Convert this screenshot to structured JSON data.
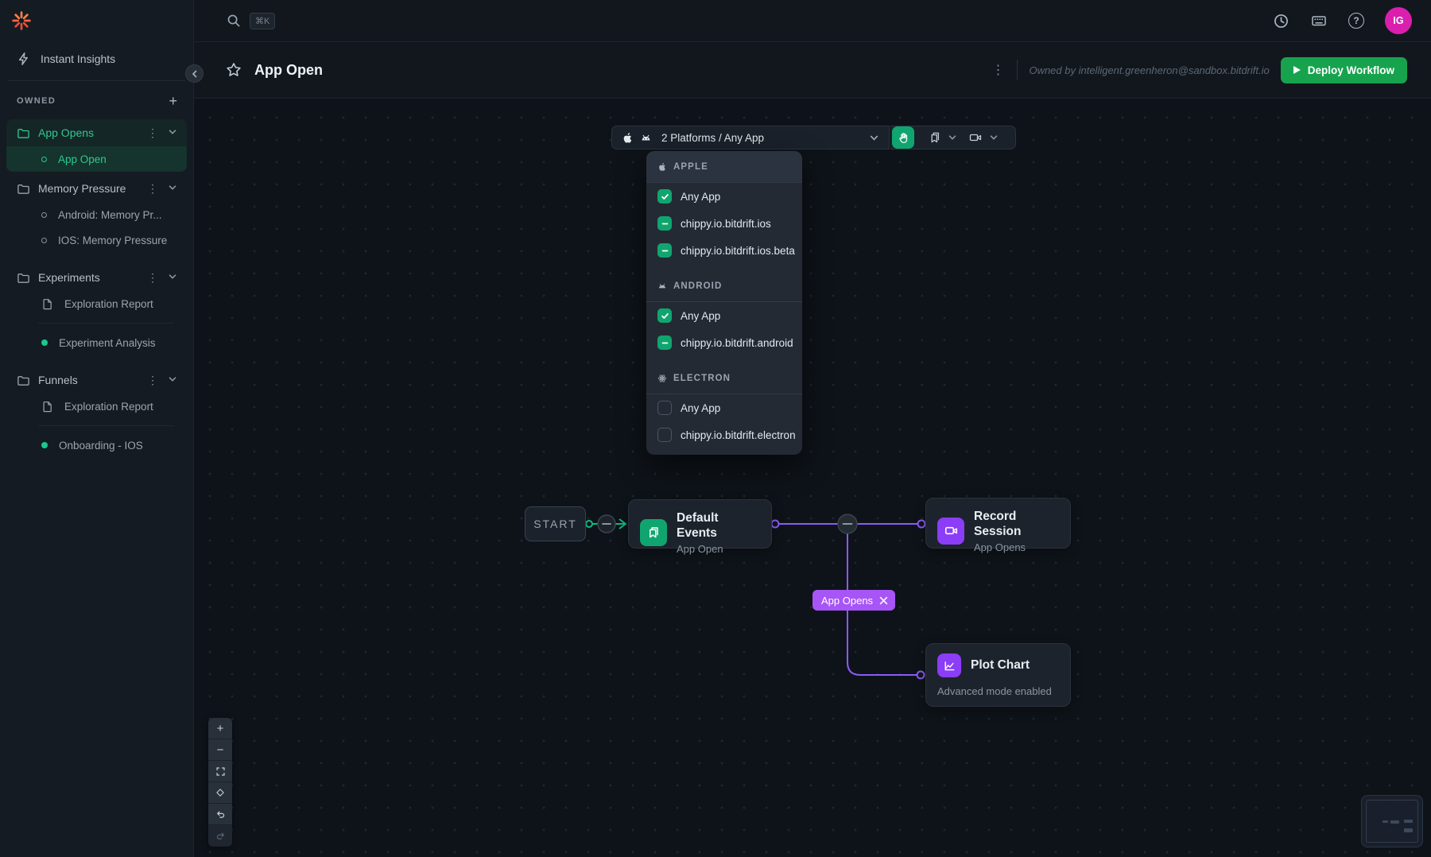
{
  "topbar": {
    "search_shortcut": "⌘K",
    "avatar_initials": "IG"
  },
  "sidebar": {
    "product_name": "Instant Insights",
    "section_title": "OWNED",
    "folders": [
      {
        "label": "App Opens"
      },
      {
        "label": "Memory Pressure"
      },
      {
        "label": "Experiments"
      },
      {
        "label": "Funnels"
      }
    ],
    "items": {
      "app_open": "App Open",
      "android_memory": "Android: Memory Pr...",
      "ios_memory": "IOS: Memory Pressure",
      "exploration_report_1": "Exploration Report",
      "experiment_analysis": "Experiment Analysis",
      "exploration_report_2": "Exploration Report",
      "onboarding_ios": "Onboarding - IOS"
    }
  },
  "header": {
    "title": "App Open",
    "owner": "Owned by intelligent.greenheron@sandbox.bitdrift.io",
    "deploy_label": "Deploy Workflow"
  },
  "platform_bar": {
    "selected_label": "2 Platforms / Any App"
  },
  "platform_menu": {
    "sections": [
      {
        "label": "APPLE",
        "items": [
          {
            "label": "Any App",
            "state": "checked"
          },
          {
            "label": "chippy.io.bitdrift.ios",
            "state": "indeterminate"
          },
          {
            "label": "chippy.io.bitdrift.ios.beta",
            "state": "indeterminate"
          }
        ]
      },
      {
        "label": "ANDROID",
        "items": [
          {
            "label": "Any App",
            "state": "checked"
          },
          {
            "label": "chippy.io.bitdrift.android",
            "state": "indeterminate"
          }
        ]
      },
      {
        "label": "ELECTRON",
        "items": [
          {
            "label": "Any App",
            "state": "unchecked"
          },
          {
            "label": "chippy.io.bitdrift.electron",
            "state": "unchecked"
          }
        ]
      }
    ]
  },
  "workflow": {
    "start_label": "START",
    "nodes": [
      {
        "title": "Default Events",
        "subtitle": "App Open"
      },
      {
        "title": "Record Session",
        "subtitle": "App Opens"
      },
      {
        "title": "Plot Chart",
        "subtitle": "Advanced mode enabled"
      }
    ],
    "edge_badge_label": "App Opens"
  },
  "colors": {
    "deploy_green": "#17a34e",
    "emerald": "#10a56f",
    "edge_green": "#10b981",
    "edge_purple": "#8b5cf6",
    "badge_purple": "#a855f7",
    "icon_purple": "#8b3df7",
    "avatar_pink": "#da1fae"
  }
}
